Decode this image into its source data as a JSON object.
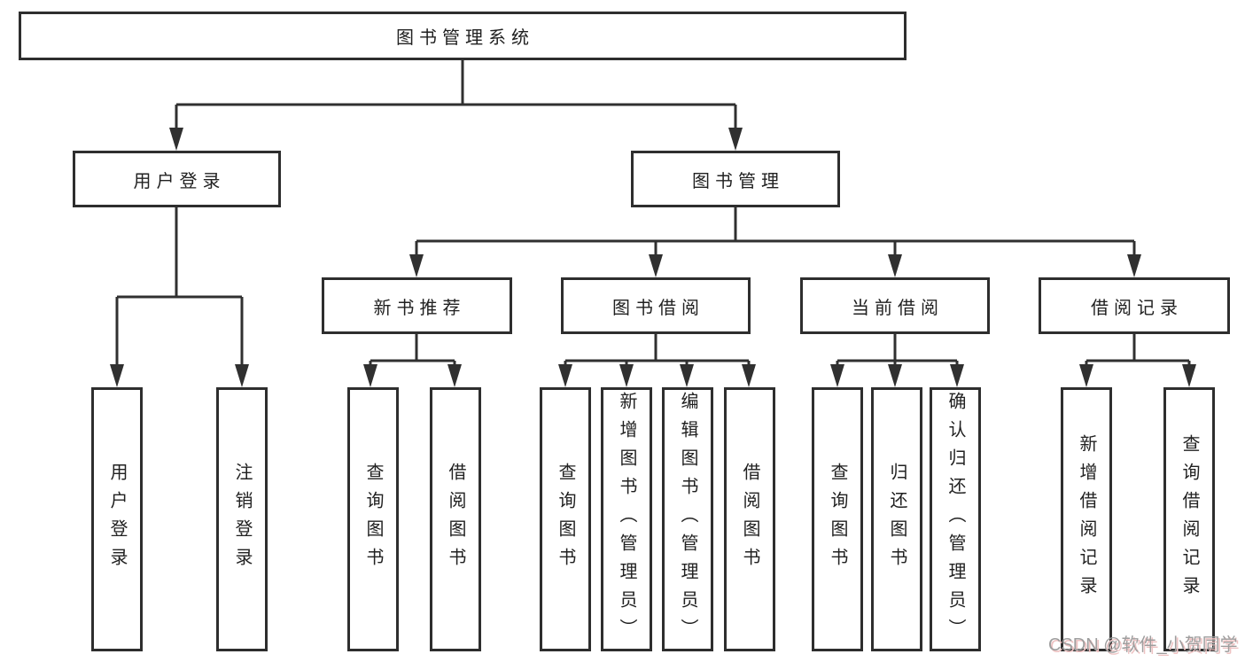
{
  "diagram_title": "图书管理系统",
  "tree": {
    "root": {
      "label": "图书管理系统"
    },
    "children": [
      {
        "label": "用户登录",
        "children": [
          {
            "label": "用户登录"
          },
          {
            "label": "注销登录"
          }
        ]
      },
      {
        "label": "图书管理",
        "children": [
          {
            "label": "新书推荐",
            "children": [
              {
                "label": "查询图书"
              },
              {
                "label": "借阅图书"
              }
            ]
          },
          {
            "label": "图书借阅",
            "children": [
              {
                "label": "查询图书"
              },
              {
                "label": "新增图书（管理员）"
              },
              {
                "label": "编辑图书（管理员）"
              },
              {
                "label": "借阅图书"
              }
            ]
          },
          {
            "label": "当前借阅",
            "children": [
              {
                "label": "查询图书"
              },
              {
                "label": "归还图书"
              },
              {
                "label": "确认归还（管理员）"
              }
            ]
          },
          {
            "label": "借阅记录",
            "children": [
              {
                "label": "新增借阅记录"
              },
              {
                "label": "查询借阅记录"
              }
            ]
          }
        ]
      }
    ]
  },
  "watermark": {
    "text": "CSDN @软件_小贺同学"
  },
  "colors": {
    "background": "#ffffff",
    "line": "#303030",
    "box_border": "#2e2e2e",
    "text": "#212121",
    "watermark_text": "#9e9e9e",
    "watermark_shadow": "#eec3c3"
  }
}
